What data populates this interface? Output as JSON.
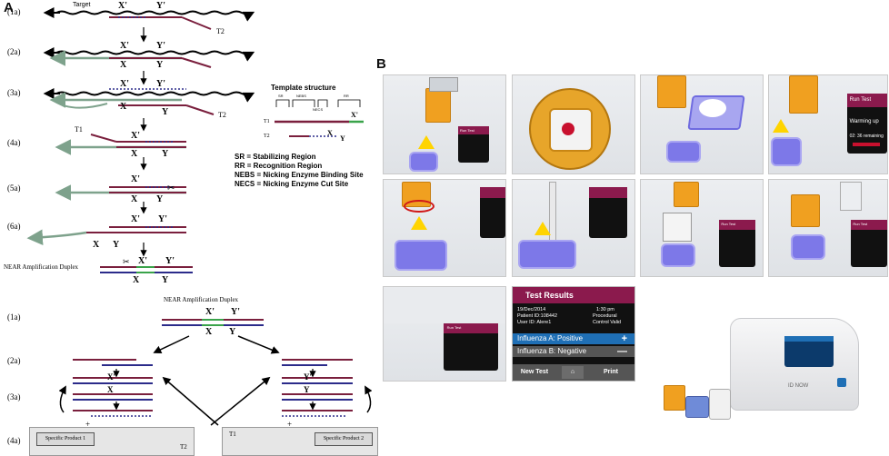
{
  "panel_labels": {
    "a": "A",
    "b": "B"
  },
  "top_diagram": {
    "target_label": "Target",
    "step_labels": [
      "(1a)",
      "(2a)",
      "(3a)",
      "(4a)",
      "(5a)",
      "(6a)"
    ],
    "t_labels": {
      "t2": "T2",
      "t1": "T1"
    },
    "x": "X",
    "y": "Y",
    "xp": "X'",
    "yp": "Y'",
    "cut_mark": "✂",
    "near_duplex": "NEAR Amplification Duplex"
  },
  "template_structure": {
    "title": "Template structure",
    "segments": [
      "SR",
      "NEBS",
      "NECS",
      "RR"
    ],
    "t1": "T1",
    "t2": "T2",
    "xp": "X'",
    "x": "X",
    "y": "Y",
    "legend": [
      "SR = Stabilizing Region",
      "RR = Recognition Region",
      "NEBS = Nicking Enzyme Binding Site",
      "NECS = Nicking Enzyme Cut Site"
    ]
  },
  "bottom_diagram": {
    "title": "NEAR Amplification Duplex",
    "step_labels": [
      "(1a)",
      "(2a)",
      "(3a)",
      "(4a)"
    ],
    "product1": "Specific Product 1",
    "product2": "Specific Product 2",
    "t2": "T2",
    "t1": "T1",
    "plus": "+"
  },
  "photos": {
    "run_test": "Run Test",
    "warming_up": "Warming up",
    "remaining": "02: 36 remaining",
    "test_results": {
      "title": "Test Results",
      "date": "19/Dec/2014",
      "patient": "Patient ID:108442",
      "user": "User ID: Alere1",
      "time": "1:30 pm",
      "procedural": "Procedural",
      "control": "Control Valid",
      "flu_a": "Influenza A: Positive",
      "flu_b": "Influenza B: Negative",
      "new_test": "New Test",
      "print": "Print"
    },
    "device_brand": "ID NOW"
  },
  "colors": {
    "strand_maroon": "#7a1f3d",
    "strand_blue": "#2b2b8a",
    "strand_green": "#7ea28c",
    "cartridge_orange": "#f0a020",
    "well_purple": "#7d78e8",
    "screen_magenta": "#8b1a4d",
    "positive_blue": "#1f6fb5"
  }
}
